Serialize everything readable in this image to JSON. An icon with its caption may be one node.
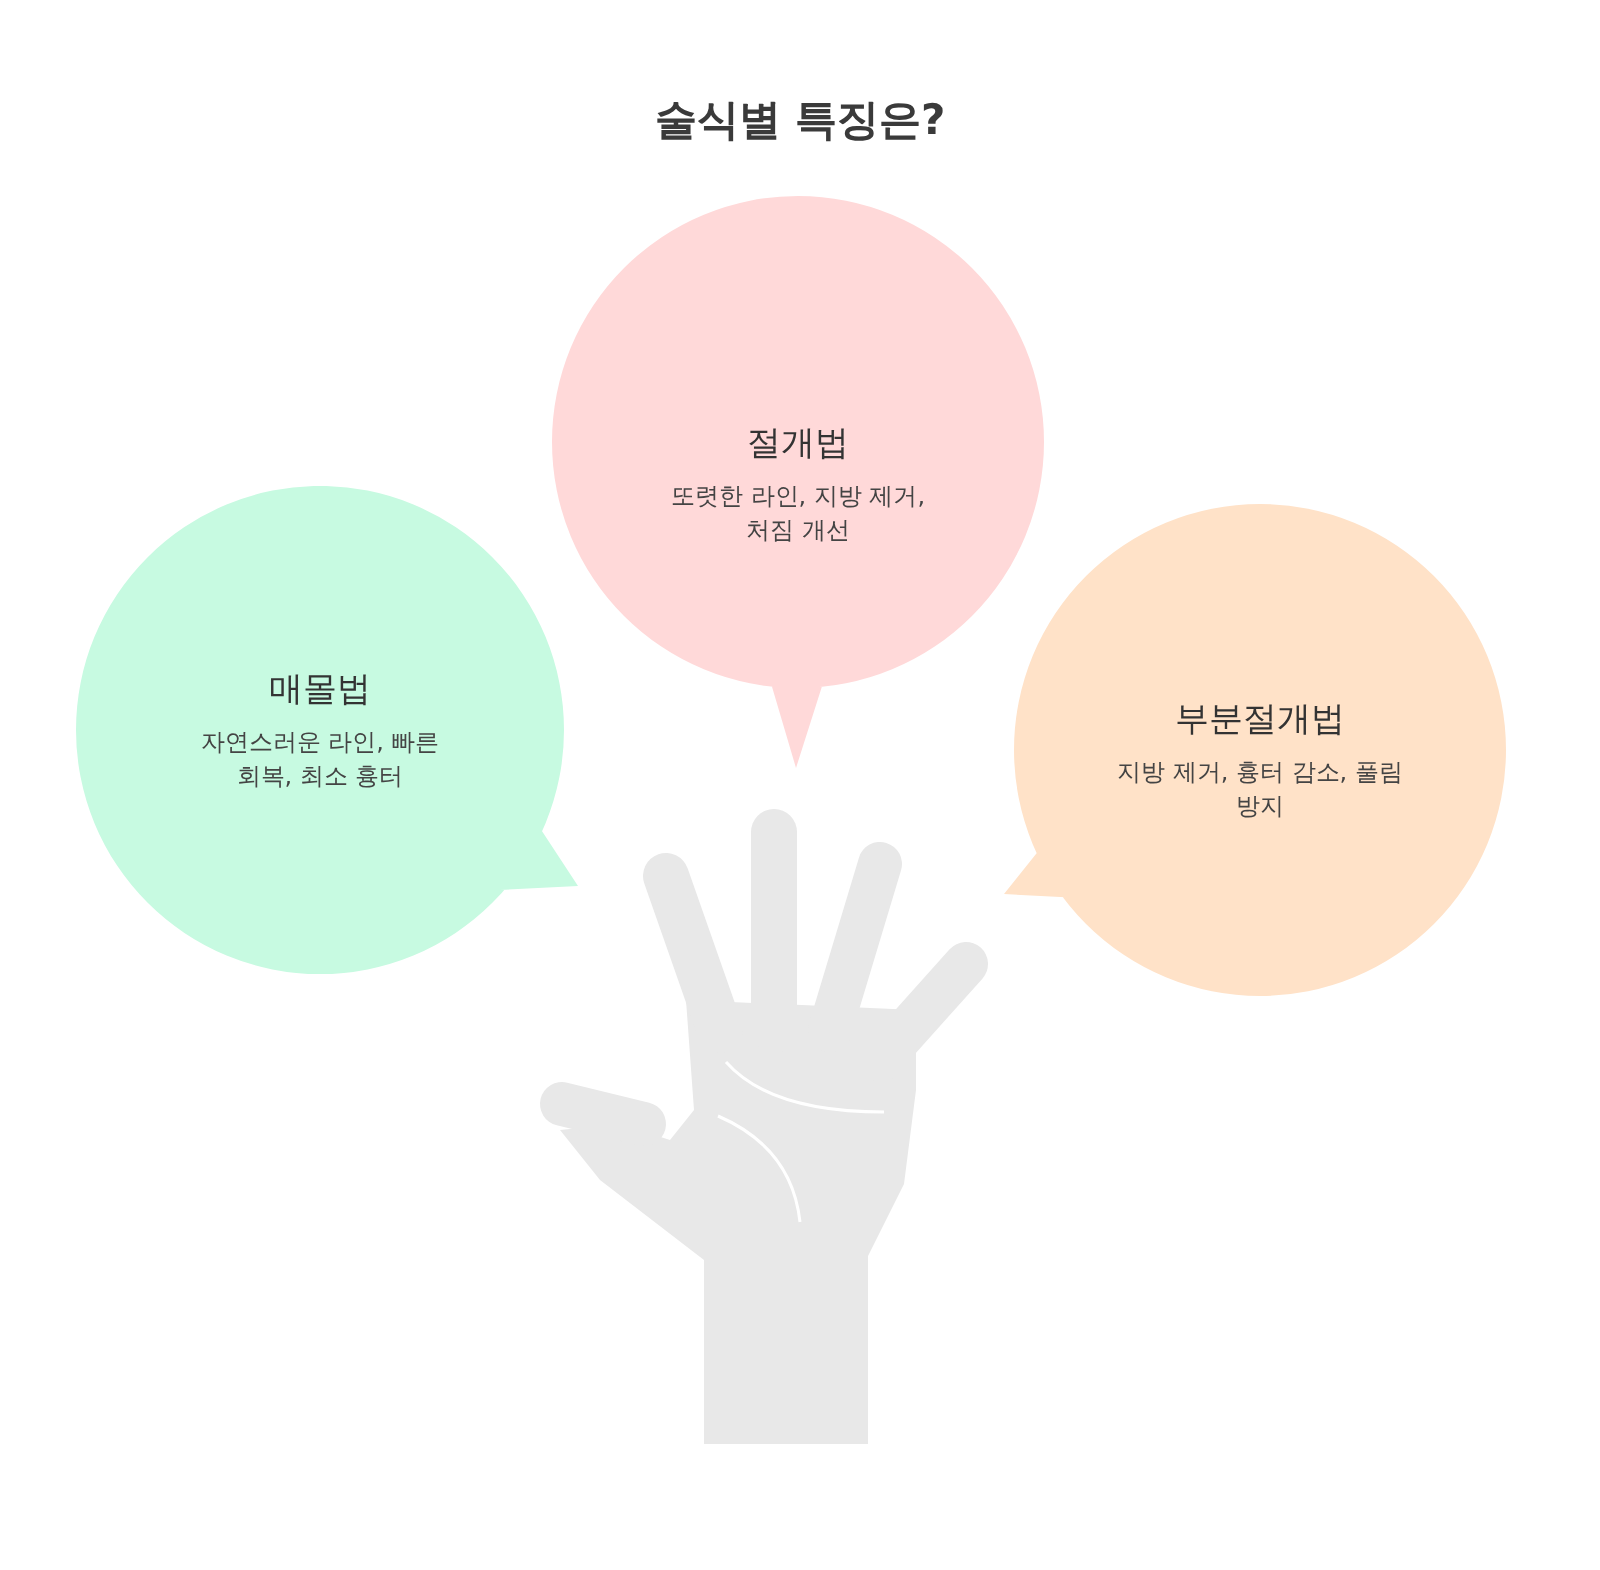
{
  "diagram": {
    "title": "술식별 특징은?",
    "nodes": [
      {
        "text": [
          "매몰법",
          "자연스러운 라인, 빠른 회복, 최소 흉터"
        ]
      },
      {
        "text": [
          "절개법",
          "또렷한 라인, 지방 제거, 처짐 개선"
        ]
      },
      {
        "text": [
          "부분절개법",
          "지방 제거, 흉터 감소, 풀림 방지"
        ]
      }
    ]
  }
}
